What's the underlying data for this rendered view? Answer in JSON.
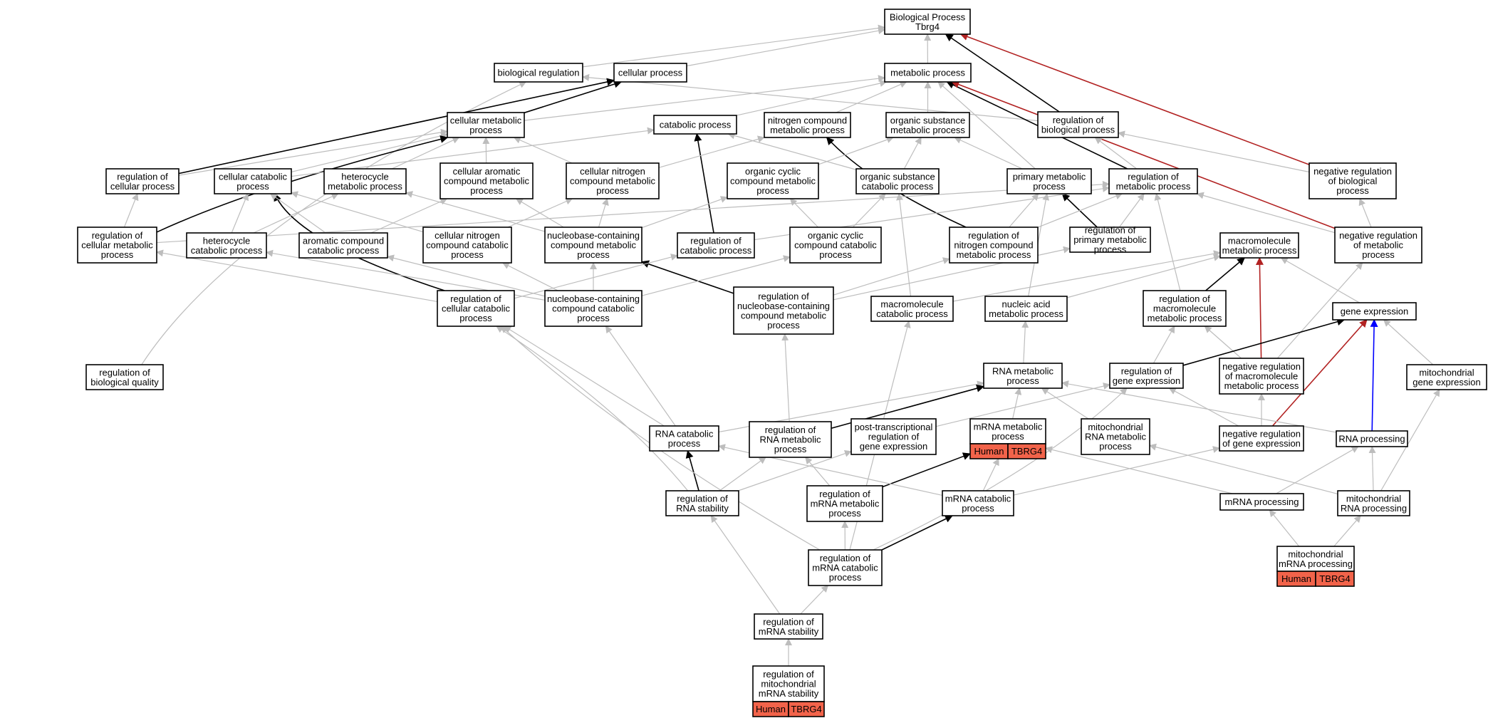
{
  "nodes": {
    "bp": [
      "Biological Process",
      "Tbrg4"
    ],
    "br": [
      "biological regulation"
    ],
    "cp": [
      "cellular process"
    ],
    "mp": [
      "metabolic process"
    ],
    "cmp": [
      "cellular metabolic",
      "process"
    ],
    "catp": [
      "catabolic process"
    ],
    "ncmp": [
      "nitrogen compound",
      "metabolic process"
    ],
    "osmp": [
      "organic substance",
      "metabolic process"
    ],
    "rbp": [
      "regulation of",
      "biological process"
    ],
    "nrbp": [
      "negative regulation",
      "of biological",
      "process"
    ],
    "rcp": [
      "regulation of",
      "cellular process"
    ],
    "ccp": [
      "cellular catabolic",
      "process"
    ],
    "hmp": [
      "heterocycle",
      "metabolic process"
    ],
    "cacmp": [
      "cellular aromatic",
      "compound metabolic",
      "process"
    ],
    "cncmp": [
      "cellular nitrogen",
      "compound metabolic",
      "process"
    ],
    "occmp": [
      "organic cyclic",
      "compound metabolic",
      "process"
    ],
    "oscp": [
      "organic substance",
      "catabolic process"
    ],
    "pmp": [
      "primary metabolic",
      "process"
    ],
    "rmp": [
      "regulation of",
      "metabolic process"
    ],
    "rcmp": [
      "regulation of",
      "cellular metabolic",
      "process"
    ],
    "hcp": [
      "heterocycle",
      "catabolic process"
    ],
    "accp": [
      "aromatic compound",
      "catabolic process"
    ],
    "cnccp": [
      "cellular nitrogen",
      "compound catabolic",
      "process"
    ],
    "nbcmp": [
      "nucleobase-containing",
      "compound metabolic",
      "process"
    ],
    "rcatp": [
      "regulation of",
      "catabolic process"
    ],
    "occcp": [
      "organic cyclic",
      "compound catabolic",
      "process"
    ],
    "rncmp": [
      "regulation of",
      "nitrogen compound",
      "metabolic process"
    ],
    "rpmp": [
      "regulation of",
      "primary metabolic",
      "process"
    ],
    "mmp": [
      "macromolecule",
      "metabolic process"
    ],
    "nrmp": [
      "negative regulation",
      "of metabolic",
      "process"
    ],
    "rccp": [
      "regulation of",
      "cellular catabolic",
      "process"
    ],
    "nbccp": [
      "nucleobase-containing",
      "compound catabolic",
      "process"
    ],
    "rnbcmp": [
      "regulation of",
      "nucleobase-containing",
      "compound metabolic",
      "process"
    ],
    "mcp": [
      "macromolecule",
      "catabolic process"
    ],
    "namp": [
      "nucleic acid",
      "metabolic process"
    ],
    "rmmp": [
      "regulation of",
      "macromolecule",
      "metabolic process"
    ],
    "ge": [
      "gene expression"
    ],
    "rbq": [
      "regulation of",
      "biological quality"
    ],
    "rnamp": [
      "RNA metabolic",
      "process"
    ],
    "rge": [
      "regulation of",
      "gene expression"
    ],
    "nrmmp": [
      "negative regulation",
      "of macromolecule",
      "metabolic process"
    ],
    "mge": [
      "mitochondrial",
      "gene expression"
    ],
    "rnacp": [
      "RNA catabolic",
      "process"
    ],
    "rrnamp": [
      "regulation of",
      "RNA metabolic",
      "process"
    ],
    "ptrge": [
      "post-transcriptional",
      "regulation of",
      "gene expression"
    ],
    "mrnamp": [
      "mRNA metabolic",
      "process"
    ],
    "mtrnamp": [
      "mitochondrial",
      "RNA metabolic",
      "process"
    ],
    "nrge": [
      "negative regulation",
      "of gene expression"
    ],
    "rnap": [
      "RNA processing"
    ],
    "rrnas": [
      "regulation of",
      "RNA stability"
    ],
    "rmrnamp": [
      "regulation of",
      "mRNA metabolic",
      "process"
    ],
    "mrnacp": [
      "mRNA catabolic",
      "process"
    ],
    "mrnap": [
      "mRNA processing"
    ],
    "mtrnap": [
      "mitochondrial",
      "RNA processing"
    ],
    "rmrnacp": [
      "regulation of",
      "mRNA catabolic",
      "process"
    ],
    "mtmrnap": [
      "mitochondrial",
      "mRNA processing"
    ],
    "rmrnas": [
      "regulation of",
      "mRNA stability"
    ],
    "rmtmrnas": [
      "regulation of",
      "mitochondrial",
      "mRNA stability"
    ]
  },
  "annotation_tags": {
    "species": "Human",
    "gene": "TBRG4"
  },
  "annotated_nodes": [
    "mrnamp",
    "mtmrnap",
    "rmtmrnas"
  ],
  "edge_colors": {
    "gray": "#bdbdbd",
    "black": "#000000",
    "red": "#b22222",
    "blue": "#0000ff"
  },
  "tag_color": "#f2634a"
}
